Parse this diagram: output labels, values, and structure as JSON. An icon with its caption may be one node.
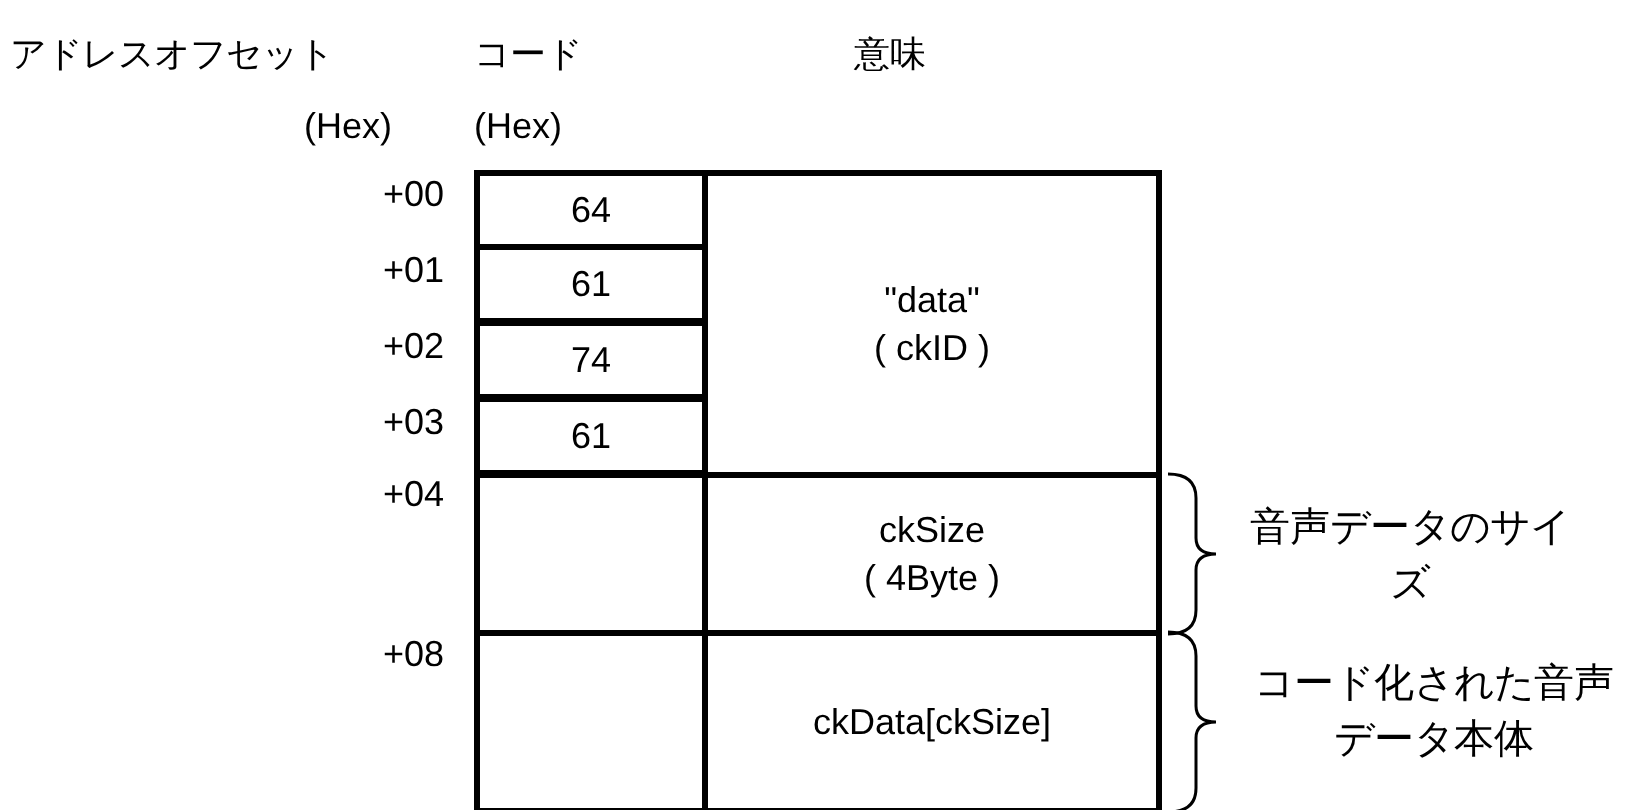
{
  "diagram": {
    "nodes": [
      {
        "text": [
          "64"
        ]
      },
      {
        "text": [
          "61"
        ]
      },
      {
        "text": [
          "74"
        ]
      },
      {
        "text": [
          "61"
        ]
      },
      {
        "text": [
          "\"data\" ( ckID )"
        ]
      },
      {
        "text": [],
        "shape": "box"
      },
      {
        "text": [
          "ckSize ( 4Byte )"
        ],
        "beside": [
          "音声データのサイズ"
        ]
      },
      {
        "text": [],
        "shape": "box"
      },
      {
        "text": [
          "ckData[ckSize]"
        ],
        "beside": [
          "コード化された音声データ本体"
        ]
      }
    ],
    "edges": [],
    "labels": [
      "アドレスオフセット",
      "コード",
      "意味",
      "(Hex)",
      "(Hex)",
      "+00",
      "+01",
      "+02",
      "+03",
      "+04",
      "+08"
    ]
  }
}
